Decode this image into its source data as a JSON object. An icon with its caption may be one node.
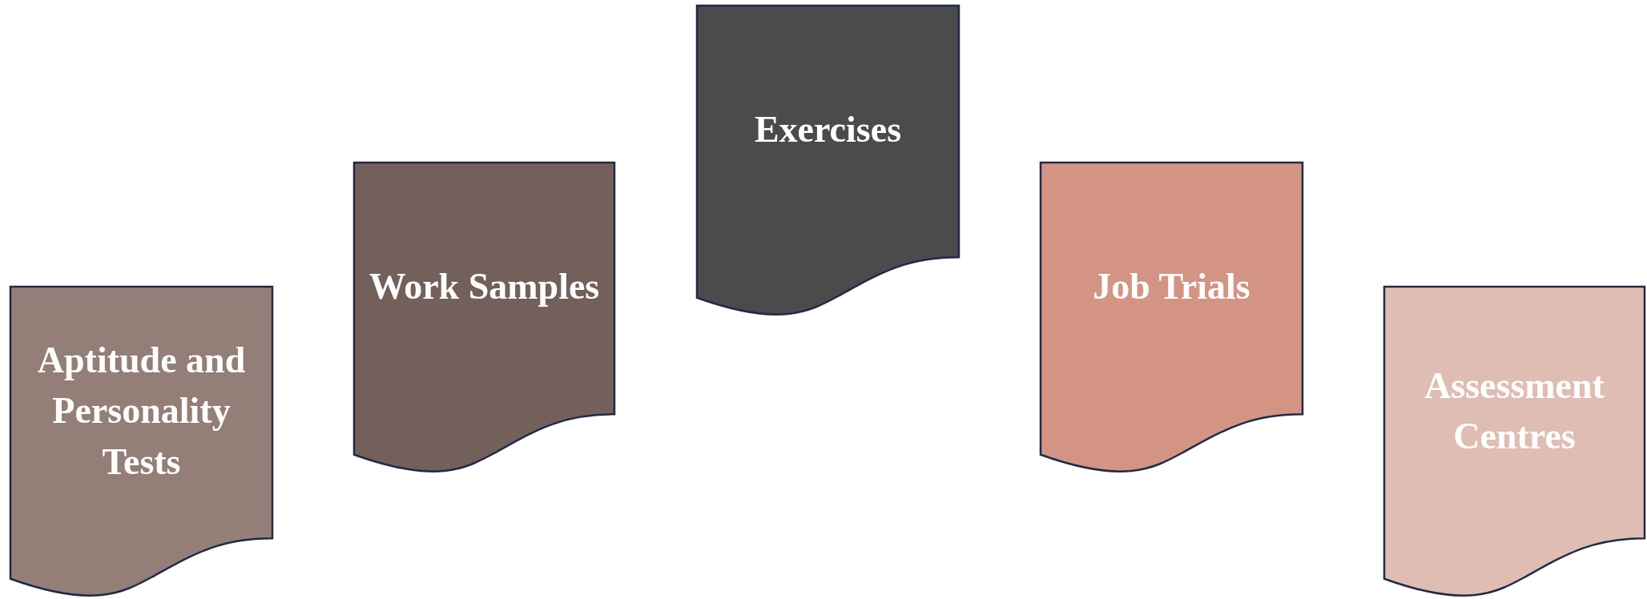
{
  "diagram": {
    "nodes": [
      {
        "text": [
          "Aptitude and Personality Tests"
        ]
      },
      {
        "text": [
          "Work Samples"
        ]
      },
      {
        "text": [
          "Exercises"
        ]
      },
      {
        "text": [
          "Job Trials"
        ]
      },
      {
        "text": [
          "Assessment Centres"
        ]
      }
    ]
  }
}
